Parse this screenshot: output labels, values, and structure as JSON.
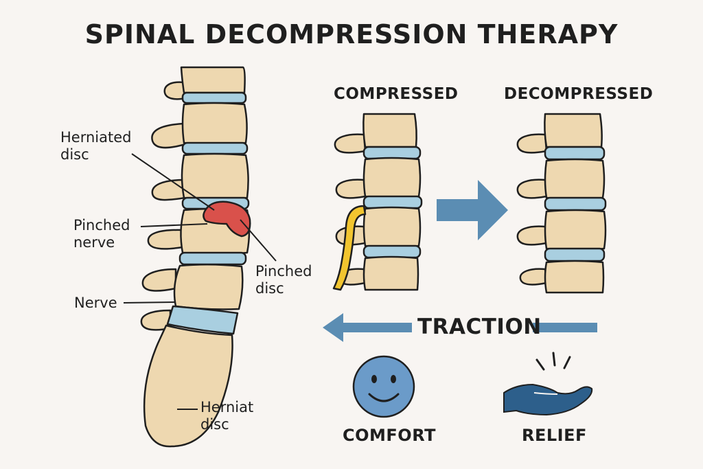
{
  "title": "SPINAL DECOMPRESSION THERAPY",
  "labels": {
    "herniated_disc": [
      "Herniated",
      "disc"
    ],
    "pinched_nerve": [
      "Pinched",
      "nerve"
    ],
    "nerve": "Nerve",
    "pinched_disc": [
      "Pinched",
      "disc"
    ],
    "herniat_disc": [
      "Herniat",
      "disc"
    ]
  },
  "panels": {
    "compressed": "COMPRESSED",
    "decompressed": "DECOMPRESSED"
  },
  "traction": "TRACTION",
  "benefits": [
    {
      "label": "COMFORT",
      "icon": "smiley-face-icon"
    },
    {
      "label": "RELIEF",
      "icon": "open-hand-icon"
    }
  ],
  "colors": {
    "bone": "#eed8b0",
    "disc": "#a9cfe0",
    "hernia": "#d9514b",
    "nerve": "#f2c52f",
    "arrow": "#5b8db3",
    "icon": "#6b9bc9",
    "hand": "#2d5f8b",
    "outline": "#1f1f1f"
  }
}
